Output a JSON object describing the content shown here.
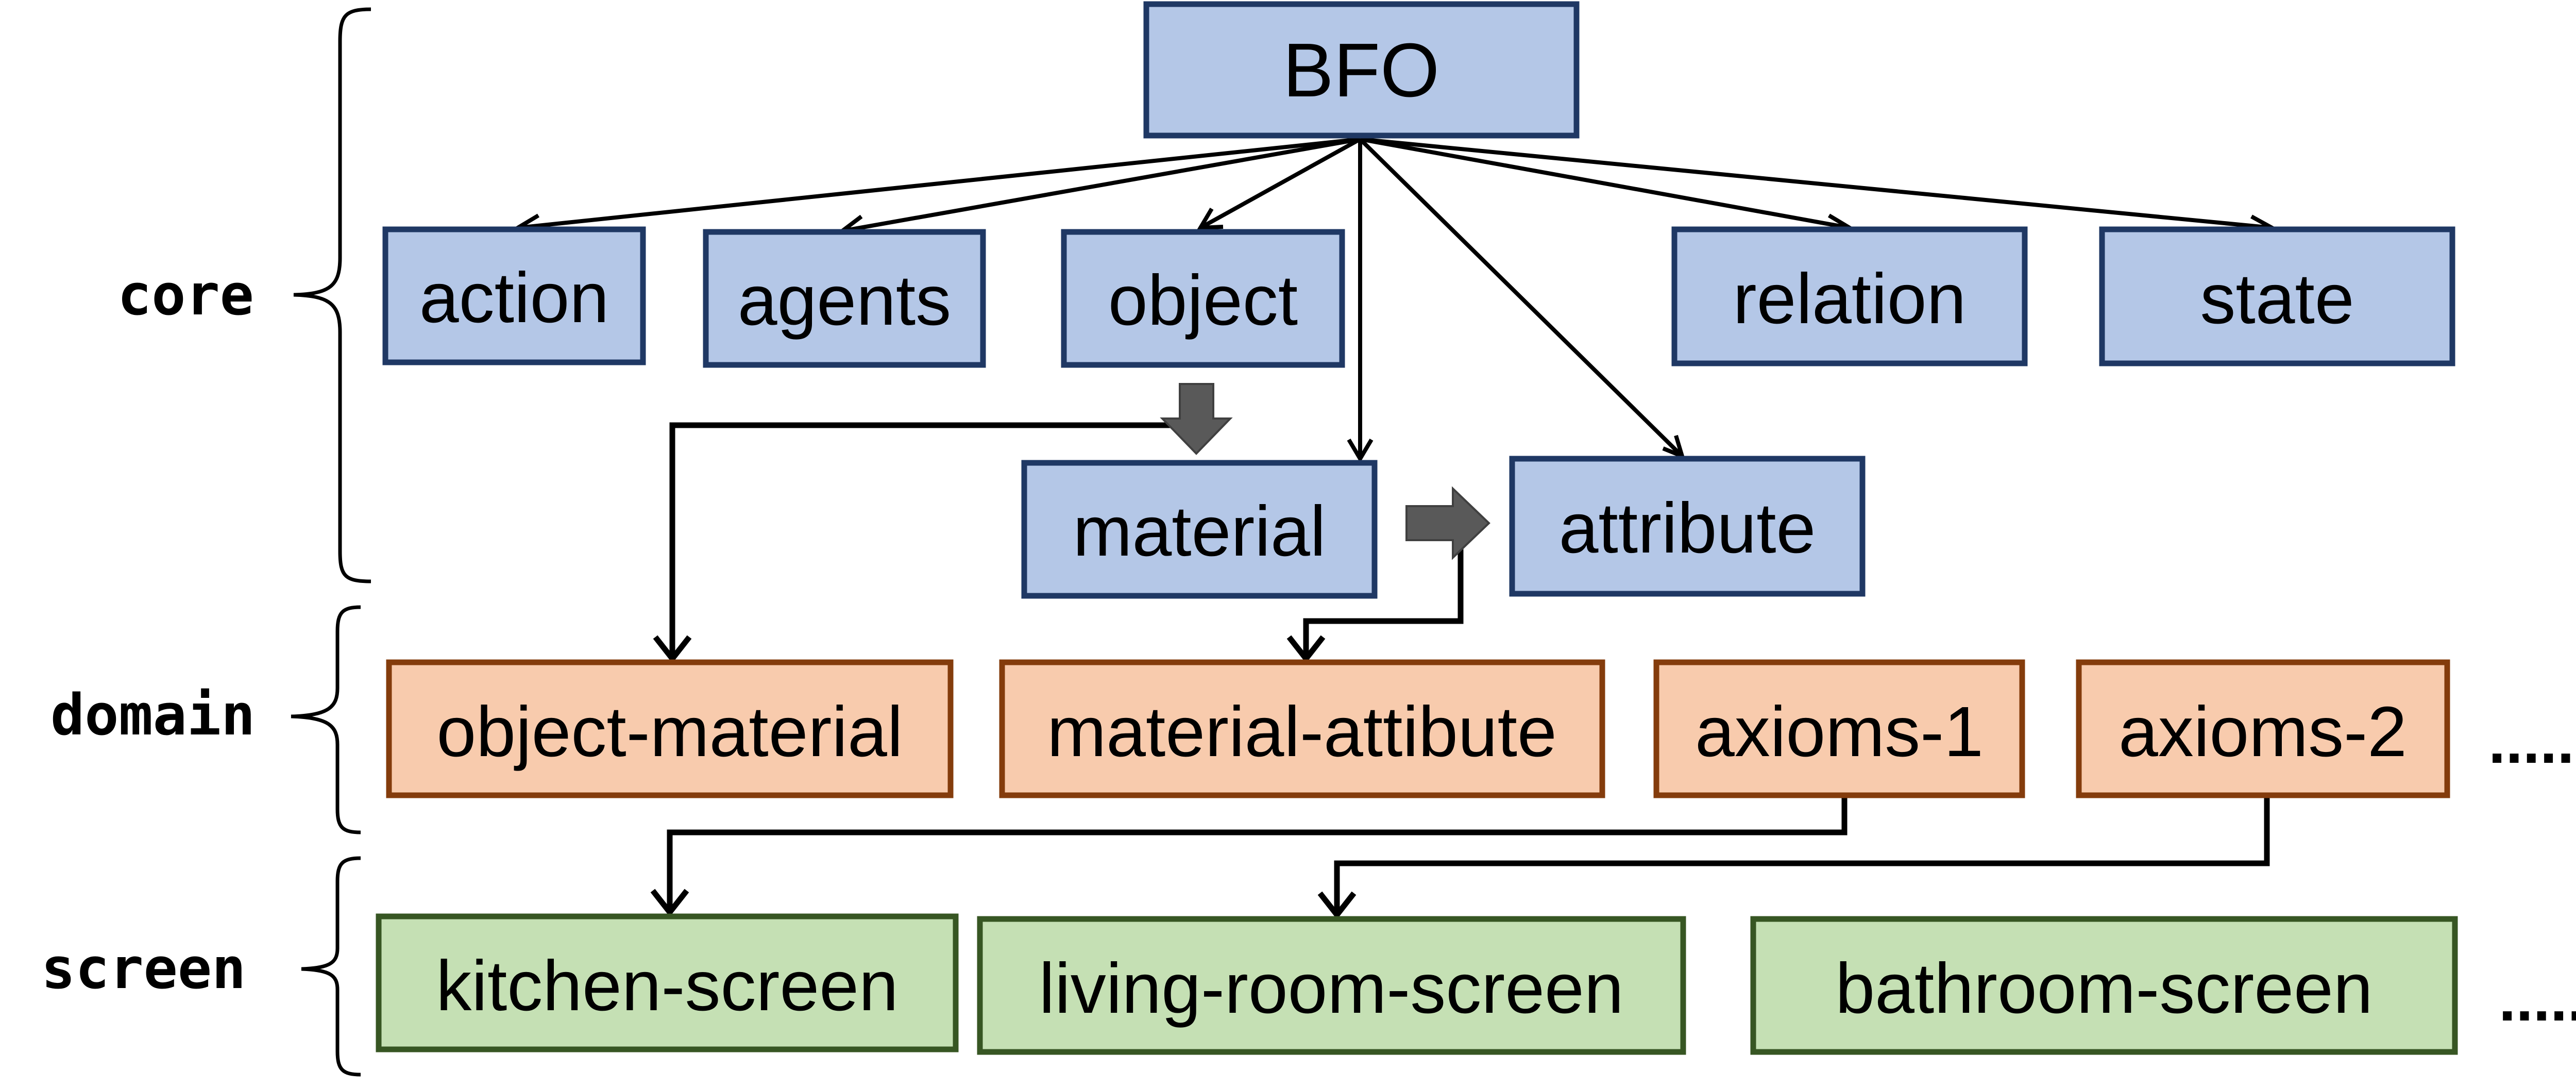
{
  "colors": {
    "core_fill": "#b4c7e7",
    "core_stroke": "#1f3864",
    "domain_fill": "#f8cbad",
    "domain_stroke": "#843c0c",
    "screen_fill": "#c5e0b4",
    "screen_stroke": "#375623",
    "block_arrow": "#595959"
  },
  "layers": {
    "core": "core",
    "domain": "domain",
    "screen": "screen"
  },
  "nodes": {
    "bfo": "BFO",
    "action": "action",
    "agents": "agents",
    "object": "object",
    "relation": "relation",
    "state": "state",
    "material": "material",
    "attribute": "attribute",
    "object_material": "object-material",
    "material_attibute": "material-attibute",
    "axioms_1": "axioms-1",
    "axioms_2": "axioms-2",
    "kitchen_screen": "kitchen-screen",
    "living_room_screen": "living-room-screen",
    "bathroom_screen": "bathroom-screen"
  },
  "ellipsis_domain": "......",
  "ellipsis_screen": "......"
}
